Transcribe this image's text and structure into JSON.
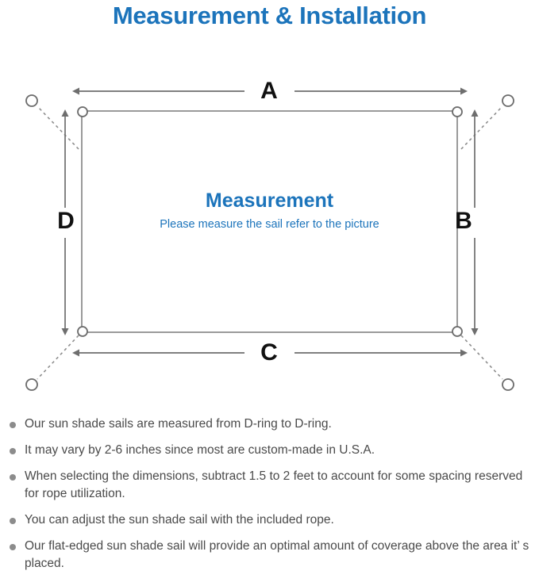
{
  "header": {
    "title": "Measurement & Installation"
  },
  "diagram": {
    "center_title": "Measurement",
    "center_subtitle": "Please measure the sail refer to the picture",
    "dimension_labels": {
      "top": "A",
      "right": "B",
      "bottom": "C",
      "left": "D"
    },
    "icons": {
      "anchor_point": "anchor-ring-icon",
      "d_ring": "d-ring-icon",
      "dashed_rope": "dashed-rope-line",
      "dimension_arrow": "double-arrow-icon"
    },
    "colors": {
      "accent_blue": "#1c74bb",
      "sail_outline": "#9a9a9a",
      "arrow_gray": "#6e6e6e",
      "ring_gray": "#6b6b6b",
      "label_black": "#111111"
    }
  },
  "notes": {
    "bullet_marker_color": "#8c8c8c",
    "items": [
      "Our sun shade sails are measured from D-ring to D-ring.",
      "It may vary by 2-6 inches since most are custom-made in U.S.A.",
      "When selecting the dimensions, subtract 1.5 to 2 feet to account for some spacing reserved for rope utilization.",
      "You can adjust the sun shade sail with the included rope.",
      "Our flat-edged sun shade sail will provide an optimal amount of coverage above the area it’ s placed."
    ]
  }
}
